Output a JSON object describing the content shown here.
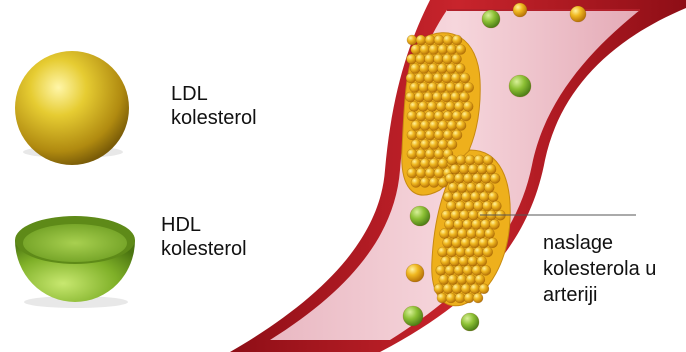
{
  "labels": {
    "ldl": {
      "line1": "LDL",
      "line2": "kolesterol"
    },
    "hdl": {
      "line1": "HDL",
      "line2": "kolesterol"
    },
    "plaque": {
      "line1": "naslage",
      "line2": "kolesterola u",
      "line3": "arteriji"
    }
  },
  "colors": {
    "ldl": "#e0c020",
    "hdl": "#8ec030",
    "artery_wall": "#b81c24",
    "artery_lumen": "#f2c8d0",
    "plaque": "#e8a818"
  }
}
